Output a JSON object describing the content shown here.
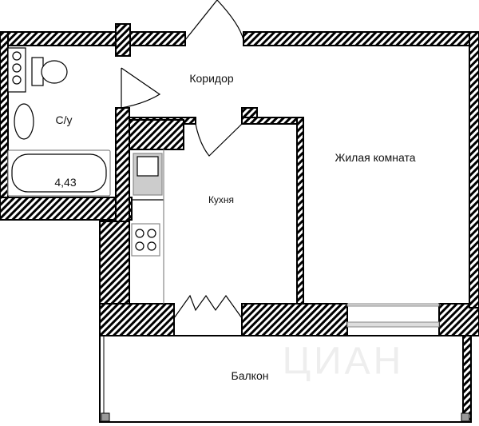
{
  "rooms": {
    "corridor": "Коридор",
    "bathroom": "С/у",
    "bathroom_area": "4,43",
    "living_room": "Жилая комната",
    "kitchen": "Кухня",
    "balcony": "Балкон"
  },
  "watermark": "ЦИАН",
  "colors": {
    "wall": "#000000",
    "fill": "#ffffff",
    "fixture": "#888888"
  }
}
